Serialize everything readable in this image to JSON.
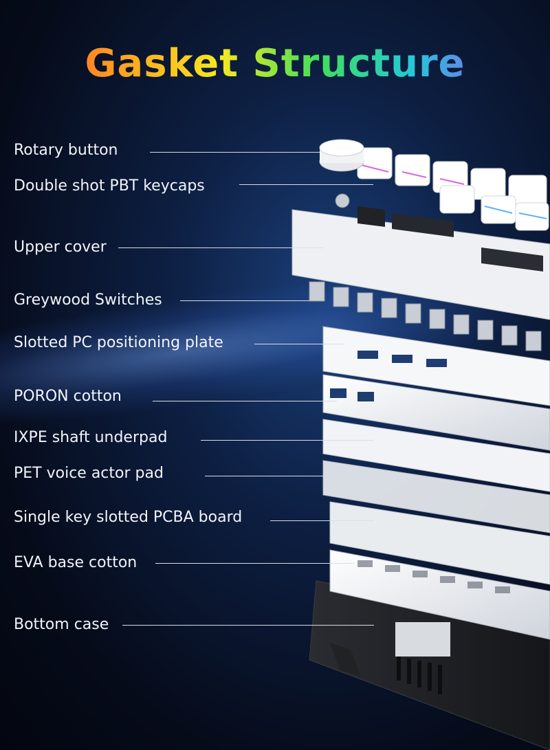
{
  "title": "Gasket Structure",
  "layers": [
    {
      "label": "Rotary button"
    },
    {
      "label": "Double shot PBT keycaps"
    },
    {
      "label": "Upper cover"
    },
    {
      "label": "Greywood Switches"
    },
    {
      "label": "Slotted PC positioning plate"
    },
    {
      "label": "PORON cotton"
    },
    {
      "label": "IXPE shaft underpad"
    },
    {
      "label": "PET voice actor pad"
    },
    {
      "label": "Single key slotted PCBA board"
    },
    {
      "label": "EVA base cotton"
    },
    {
      "label": "Bottom case"
    }
  ]
}
